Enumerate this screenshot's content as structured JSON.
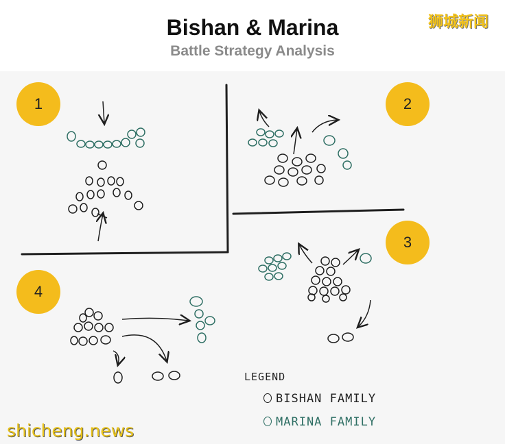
{
  "header": {
    "title": "Bishan & Marina",
    "subtitle": "Battle Strategy Analysis"
  },
  "watermarks": {
    "top_right": "狮城新闻",
    "bottom_left": "shicheng.news"
  },
  "quadrants": [
    {
      "number": "1"
    },
    {
      "number": "2"
    },
    {
      "number": "3"
    },
    {
      "number": "4"
    }
  ],
  "legend": {
    "title": "LEGEND",
    "items": [
      {
        "label": "BISHAN FAMILY",
        "color": "#222222"
      },
      {
        "label": "MARINA FAMILY",
        "color": "#2f6f64"
      }
    ]
  },
  "colors": {
    "badge": "#f4bc1c",
    "sketch_ink": "#1e1e1e",
    "marina_ink": "#2f6f64"
  }
}
